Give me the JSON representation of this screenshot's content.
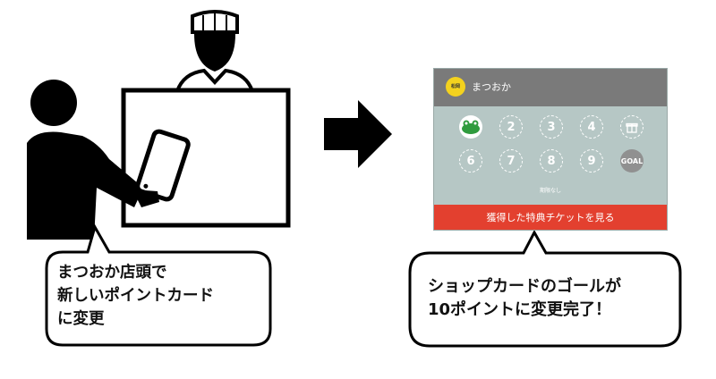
{
  "left_callout": {
    "text": "まつおか店頭で\n新しいポイントカード\nに変更"
  },
  "right_callout": {
    "text": "ショップカードのゴールが\n10ポイントに変更完了！"
  },
  "card": {
    "shop_name": "まつおか",
    "logo_text": "松岡",
    "stamps": [
      "",
      "2",
      "3",
      "4",
      "",
      "6",
      "7",
      "8",
      "9",
      "GOAL"
    ],
    "hint": "期限なし",
    "redeem_button": "獲得した特典チケットを見る"
  }
}
